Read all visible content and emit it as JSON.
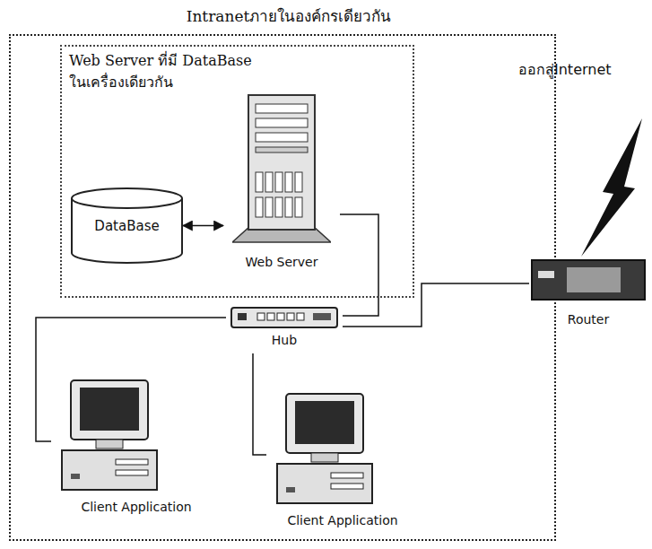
{
  "diagram": {
    "nodes": [
      {
        "text": [
          "Intranetภายในองค์กรเดียวกัน"
        ]
      },
      {
        "text": [
          "Web Server ที่มี DataBase ในเครื่องเดียวกัน"
        ],
        "in": 0
      },
      {
        "text": [
          "DataBase"
        ],
        "in": 1
      },
      {
        "text": [
          "Web Server"
        ],
        "in": 1
      },
      {
        "text": [
          "Hub"
        ],
        "in": 0
      },
      {
        "text": [
          "Client Application"
        ],
        "in": 0
      },
      {
        "text": [
          "Client Application"
        ],
        "in": 0
      },
      {
        "text": [
          "Router"
        ]
      }
    ],
    "edges": [
      {
        "from": 2,
        "to": 3,
        "arrow": "both"
      },
      {
        "from": 3,
        "to": 4,
        "arrow": "none"
      },
      {
        "from": 4,
        "to": 5,
        "arrow": "none"
      },
      {
        "from": 4,
        "to": 6,
        "arrow": "none"
      },
      {
        "from": 4,
        "to": 7,
        "arrow": "none"
      }
    ],
    "labels": [
      "ออกสู่Internet"
    ]
  }
}
